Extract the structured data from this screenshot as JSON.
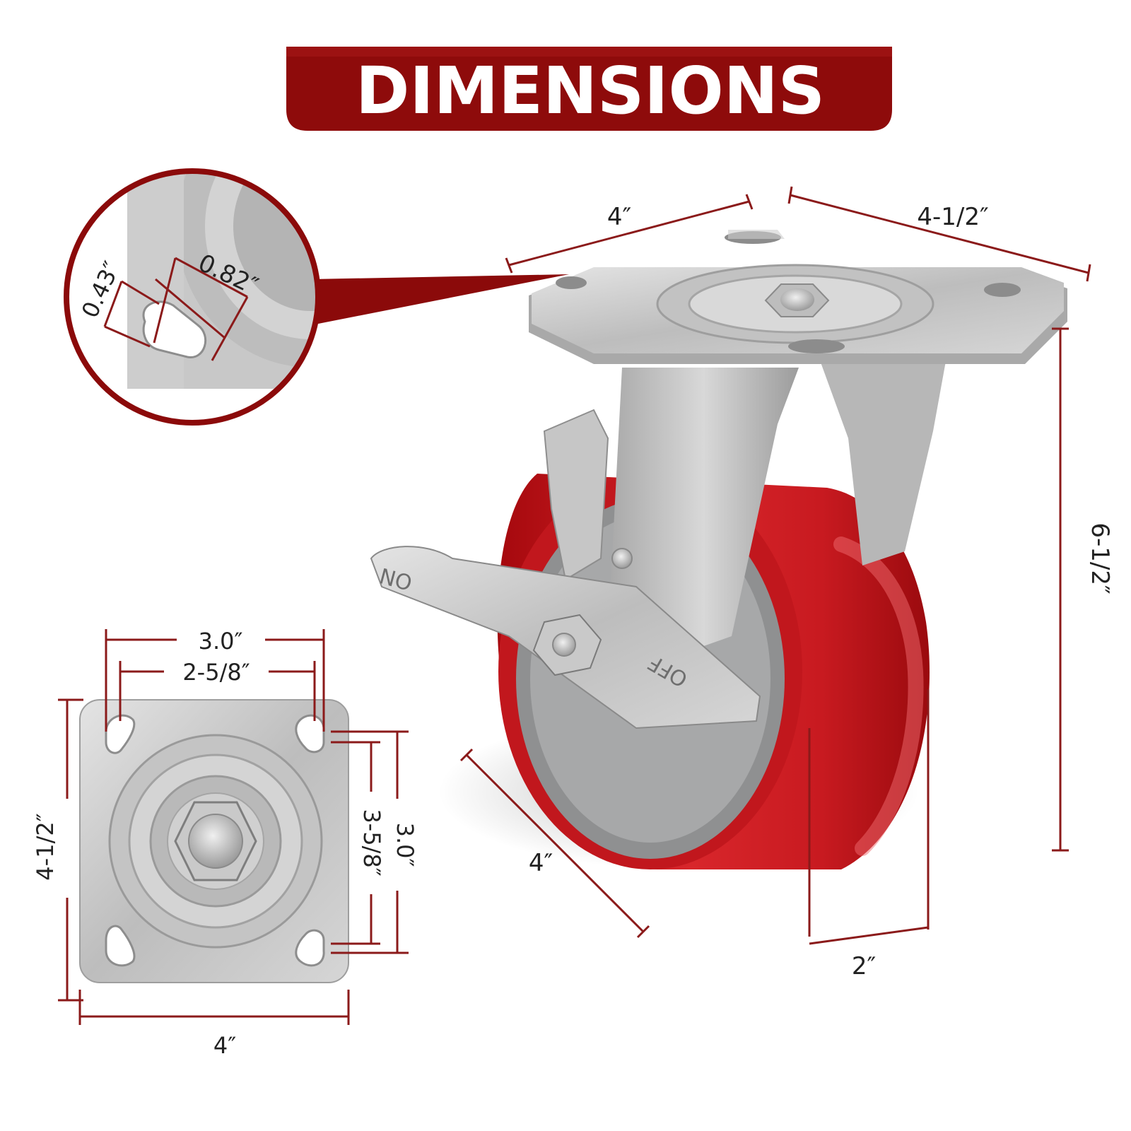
{
  "header": {
    "title": "DIMENSIONS"
  },
  "colors": {
    "banner": "#8e0b0b",
    "dimension_line": "#8b1a1a",
    "wheel_tread": "#c8181e",
    "steel": "#c9c9c9",
    "text": "#222222"
  },
  "dimensions": {
    "plate_width": "4″",
    "plate_depth": "4-1/2″",
    "overall_height": "6-1/2″",
    "wheel_diameter": "4″",
    "wheel_width": "2″",
    "slot_length": "0.82″",
    "slot_width": "0.43″",
    "bolt_outer_horizontal": "3.0″",
    "bolt_inner_horizontal": "2-5/8″",
    "bolt_outer_vertical": "3.0″",
    "bolt_inner_vertical": "3-5/8″",
    "plate_height_bottom": "4-1/2″",
    "plate_width_bottom": "4″"
  },
  "brake": {
    "on_label": "ON",
    "off_label": "OFF"
  }
}
